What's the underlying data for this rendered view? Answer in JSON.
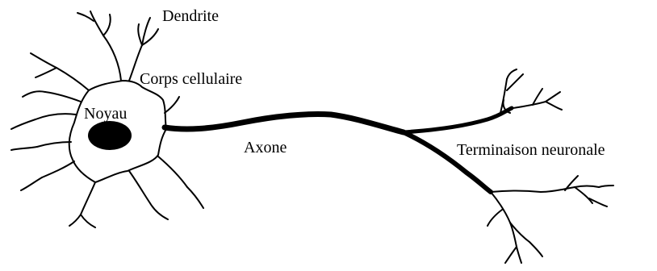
{
  "diagram": {
    "labels": {
      "dendrite": "Dendrite",
      "cell_body": "Corps cellulaire",
      "nucleus": "Noyau",
      "axon": "Axone",
      "axon_terminal": "Terminaison neuronale"
    },
    "colors": {
      "ink": "#000000",
      "background": "#ffffff"
    }
  }
}
